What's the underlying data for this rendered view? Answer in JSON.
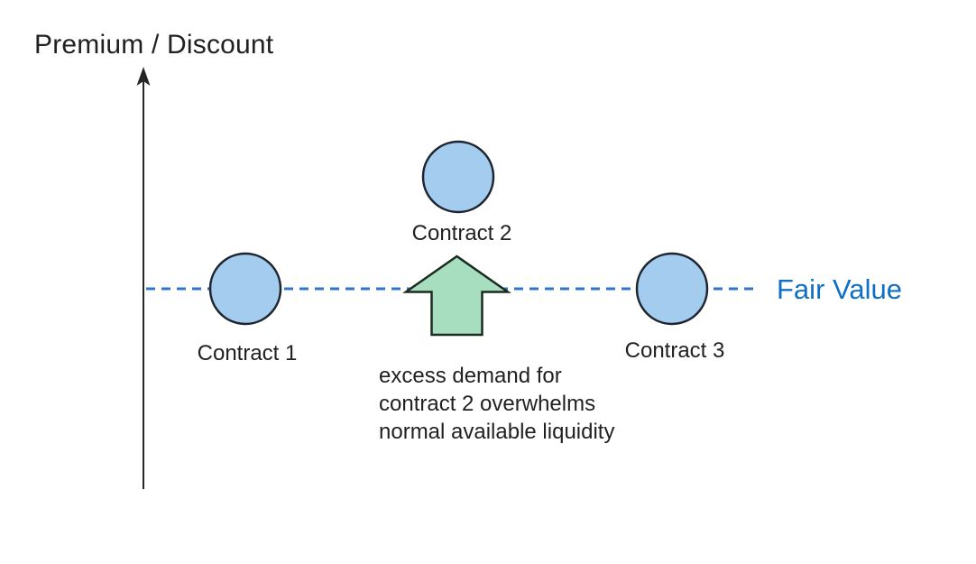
{
  "diagram": {
    "title": "Premium / Discount",
    "fair_value_label": "Fair Value",
    "contracts": [
      {
        "label": "Contract 1"
      },
      {
        "label": "Contract 2"
      },
      {
        "label": "Contract 3"
      }
    ],
    "annotation": {
      "lines": [
        "excess demand for",
        "contract 2 overwhelms",
        "normal available liquidity"
      ]
    },
    "colors": {
      "text": "#212121",
      "axis": "#262626",
      "dashed_line": "#2E75CB",
      "fair_value_text": "#0F6FC5",
      "circle_fill": "#A3CCEF",
      "circle_stroke": "#1E2530",
      "arrow_fill": "#A6DEBF",
      "arrow_stroke": "#1C2B21"
    }
  }
}
